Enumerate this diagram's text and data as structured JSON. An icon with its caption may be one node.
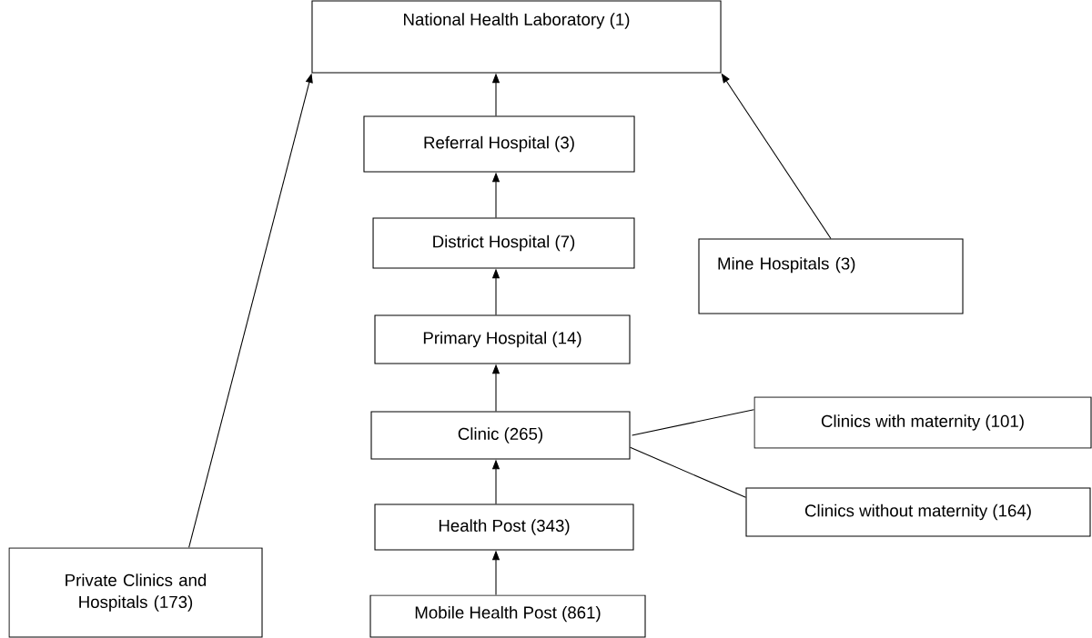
{
  "diagram": {
    "nodes": [
      {
        "text": [
          "National Health Laboratory (1)"
        ]
      },
      {
        "text": [
          "Referral Hospital (3)"
        ]
      },
      {
        "text": [
          "District Hospital (7)"
        ]
      },
      {
        "text": [
          "Mine Hospitals (3)"
        ]
      },
      {
        "text": [
          "Primary Hospital (14)"
        ]
      },
      {
        "text": [
          "Clinic (265)"
        ]
      },
      {
        "text": [
          "Clinics with maternity (101)"
        ]
      },
      {
        "text": [
          "Clinics without maternity (164)"
        ]
      },
      {
        "text": [
          "Health Post (343)"
        ]
      },
      {
        "text": [
          "Private Clinics and Hospitals (173)"
        ]
      },
      {
        "text": [
          "Mobile Health Post (861)"
        ]
      }
    ],
    "edges": [
      {
        "from": 1,
        "to": 0,
        "arrow": "to"
      },
      {
        "from": 2,
        "to": 1,
        "arrow": "to"
      },
      {
        "from": 4,
        "to": 2,
        "arrow": "to"
      },
      {
        "from": 5,
        "to": 4,
        "arrow": "to"
      },
      {
        "from": 8,
        "to": 5,
        "arrow": "to"
      },
      {
        "from": 10,
        "to": 8,
        "arrow": "to"
      },
      {
        "from": 9,
        "to": 0,
        "arrow": "to"
      },
      {
        "from": 3,
        "to": 0,
        "arrow": "to"
      },
      {
        "from": 5,
        "to": 6,
        "arrow": "none"
      },
      {
        "from": 5,
        "to": 7,
        "arrow": "none"
      }
    ]
  }
}
